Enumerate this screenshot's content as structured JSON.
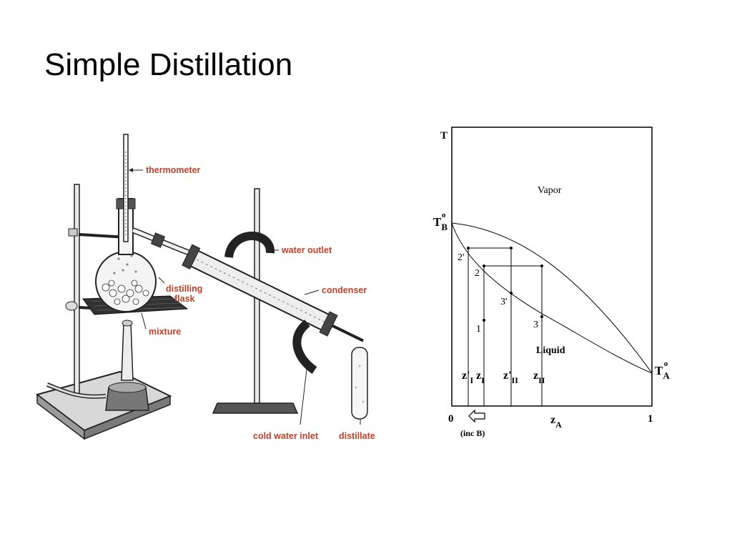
{
  "slide": {
    "title": "Simple Distillation"
  },
  "apparatus": {
    "labels": {
      "thermometer": "thermometer",
      "water_outlet": "water outlet",
      "distilling_flask_line1": "distilling",
      "distilling_flask_line2": "flask",
      "condenser": "condenser",
      "mixture": "mixture",
      "cold_water_inlet": "cold water inlet",
      "distillate": "distillate"
    },
    "label_color": "#c0412a"
  },
  "phase_diagram": {
    "axis_t": "T",
    "region_vapor": "Vapor",
    "region_liquid": "Liquid",
    "tb": {
      "base": "T",
      "sub": "B",
      "sup": "o"
    },
    "ta": {
      "base": "T",
      "sub": "A",
      "sup": "o"
    },
    "x_zero": "0",
    "x_one": "1",
    "x_label": {
      "base": "z",
      "sub": "A"
    },
    "inc_b": "(inc B)",
    "points": {
      "p1": "1",
      "p2": "2",
      "p2p": "2'",
      "p3": "3",
      "p3p": "3'"
    },
    "compositions": {
      "zIp": {
        "base": "z'",
        "sub": "I"
      },
      "zI": {
        "base": "z",
        "sub": "I"
      },
      "zIIp": {
        "base": "z'",
        "sub": "II"
      },
      "zII": {
        "base": "z",
        "sub": "II"
      }
    }
  }
}
